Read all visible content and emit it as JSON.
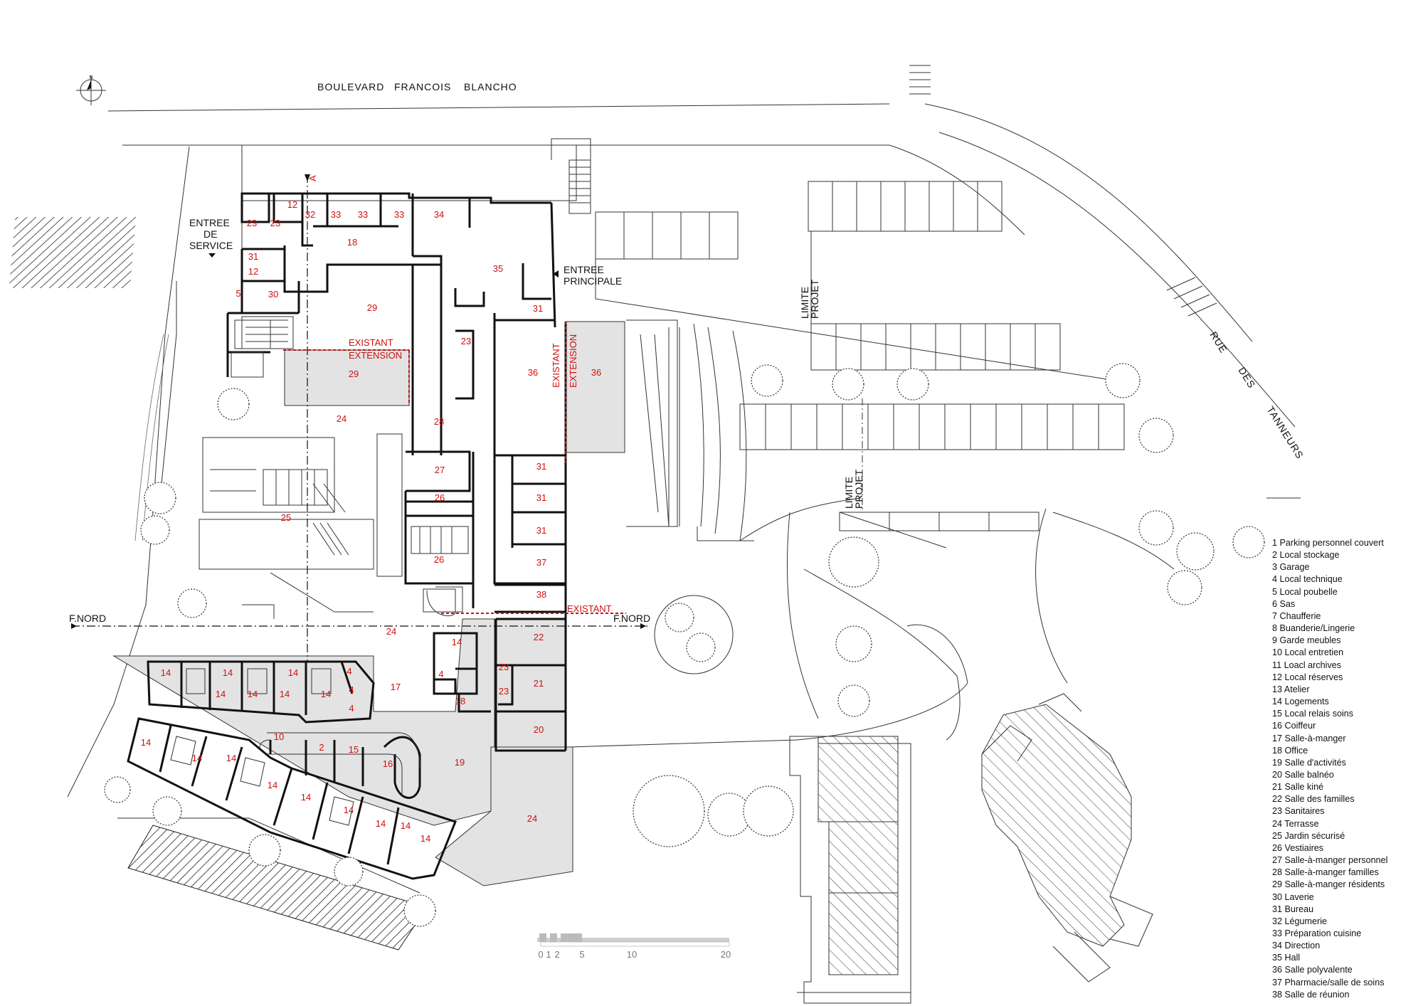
{
  "streets": {
    "boulevard": [
      "BOULEVARD",
      "FRANCOIS",
      "BLANCHO"
    ],
    "rue": [
      "RUE",
      "DES",
      "TANNEURS"
    ]
  },
  "compass": {
    "north": "N"
  },
  "entrances": {
    "service": [
      "ENTREE",
      "DE",
      "SERVICE"
    ],
    "principale": [
      "ENTREE",
      "PRINCIPALE"
    ]
  },
  "limits": {
    "line1": "LIMITE",
    "line2": "PROJET"
  },
  "markers": {
    "existant": "EXISTANT",
    "extension": "EXTENSION",
    "section_west": "F.NORD",
    "section_east": "F.NORD",
    "section_a": "A"
  },
  "scale": {
    "ticks": [
      "0",
      "1",
      "2",
      "5",
      "10",
      "20"
    ]
  },
  "rooms": [
    {
      "n": "23"
    },
    {
      "n": "23"
    },
    {
      "n": "12"
    },
    {
      "n": "32"
    },
    {
      "n": "33"
    },
    {
      "n": "33"
    },
    {
      "n": "33"
    },
    {
      "n": "34"
    },
    {
      "n": "18"
    },
    {
      "n": "31"
    },
    {
      "n": "12"
    },
    {
      "n": "5"
    },
    {
      "n": "30"
    },
    {
      "n": "35"
    },
    {
      "n": "29"
    },
    {
      "n": "31"
    },
    {
      "n": "23"
    },
    {
      "n": "29"
    },
    {
      "n": "36"
    },
    {
      "n": "36"
    },
    {
      "n": "24"
    },
    {
      "n": "28"
    },
    {
      "n": "27"
    },
    {
      "n": "31"
    },
    {
      "n": "26"
    },
    {
      "n": "31"
    },
    {
      "n": "25"
    },
    {
      "n": "31"
    },
    {
      "n": "26"
    },
    {
      "n": "37"
    },
    {
      "n": "38"
    },
    {
      "n": "24"
    },
    {
      "n": "14"
    },
    {
      "n": "22"
    },
    {
      "n": "14"
    },
    {
      "n": "14"
    },
    {
      "n": "14"
    },
    {
      "n": "14"
    },
    {
      "n": "14"
    },
    {
      "n": "14"
    },
    {
      "n": "14"
    },
    {
      "n": "4"
    },
    {
      "n": "4"
    },
    {
      "n": "4"
    },
    {
      "n": "17"
    },
    {
      "n": "4"
    },
    {
      "n": "23"
    },
    {
      "n": "21"
    },
    {
      "n": "23"
    },
    {
      "n": "18"
    },
    {
      "n": "10"
    },
    {
      "n": "2"
    },
    {
      "n": "15"
    },
    {
      "n": "16"
    },
    {
      "n": "19"
    },
    {
      "n": "20"
    },
    {
      "n": "14"
    },
    {
      "n": "14"
    },
    {
      "n": "14"
    },
    {
      "n": "14"
    },
    {
      "n": "14"
    },
    {
      "n": "14"
    },
    {
      "n": "14"
    },
    {
      "n": "14"
    },
    {
      "n": "14"
    },
    {
      "n": "24"
    }
  ],
  "legend": [
    "1 Parking personnel couvert",
    "2 Local stockage",
    "3 Garage",
    "4 Local technique",
    "5 Local poubelle",
    "6 Sas",
    "7 Chaufferie",
    "8 Buanderie/Lingerie",
    "9 Garde meubles",
    "10 Local entretien",
    "11 Loacl archives",
    "12 Local réserves",
    "13 Atelier",
    "14 Logements",
    "15 Local relais soins",
    "16 Coiffeur",
    "17 Salle-à-manger",
    "18 Office",
    "19 Salle d'activités",
    "20 Salle balnéo",
    "21 Salle kiné",
    "22 Salle des familles",
    "23 Sanitaires",
    "24 Terrasse",
    "25 Jardin sécurisé",
    "26 Vestiaires",
    "27 Salle-à-manger personnel",
    "28 Salle-à-manger familles",
    "29 Salle-à-manger résidents",
    "30 Laverie",
    "31 Bureau",
    "32 Légumerie",
    "33 Préparation cuisine",
    "34 Direction",
    "35 Hall",
    "36 Salle polyvalente",
    "37 Pharmacie/salle de soins",
    "38 Salle de réunion"
  ]
}
